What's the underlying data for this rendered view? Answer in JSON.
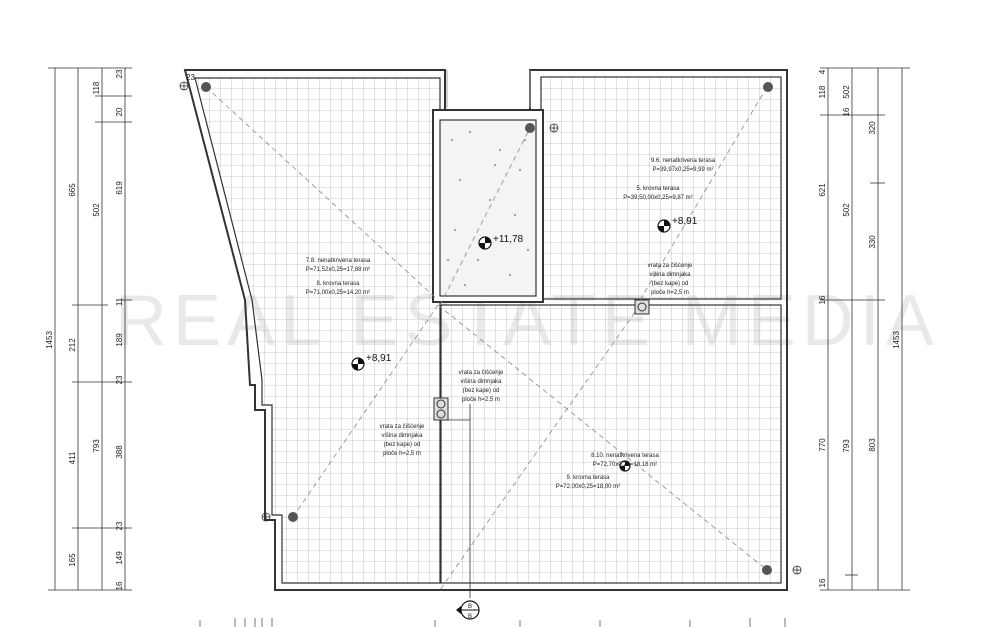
{
  "watermark": "REAL ESTATE MEDIA",
  "dimensions": {
    "left_outer": "1453",
    "left_mid": [
      "665",
      "212",
      "411",
      "165"
    ],
    "left_inner": [
      "118",
      "502",
      "793"
    ],
    "left_inner_b": [
      "20",
      "619",
      "189",
      "388",
      "149"
    ],
    "left_small": [
      "23",
      "11",
      "23",
      "23",
      "16"
    ],
    "right_small": [
      "4",
      "16",
      "16",
      "16"
    ],
    "right_a": [
      "118",
      "621",
      "770"
    ],
    "right_b": [
      "320",
      "330",
      "803"
    ],
    "right_c": [
      "502",
      "793"
    ],
    "right_outer": "1453",
    "corner": "23"
  },
  "rooms": {
    "left_terrace": {
      "line1": "7.8. nenatkrivena terasa",
      "line2": "P=71,52x0,25=17,88 m²",
      "line3": "8. krovna terasa",
      "line4": "P=71,00x0,25=14,20 m²"
    },
    "right_top_terrace": {
      "line1": "9.6. nenatkrivena terasa",
      "line2": "P=39,97x0,25=9,99 m²",
      "line3": "5. krovna terasa",
      "line4": "P=39,50,00x0,25=9,87 m²"
    },
    "right_bottom_terrace": {
      "line1": "8.10. nenatkrivena terasa",
      "line2": "P=72,70x0,25=18,18 m²",
      "line3": "9. krovna terasa",
      "line4": "P=72,00x0,25=18,00 m²"
    }
  },
  "chimney_notes": {
    "a": [
      "vrata za čišćenje",
      "višina dimnjaka",
      "(bez kape) od",
      "ploče h=2,5 m"
    ],
    "b": [
      "vrata za čišćenje",
      "višina dimnjaka",
      "(bez kape) od",
      "ploče h=2,5 m"
    ],
    "c": [
      "vrata za čišćenje",
      "višina dimnjaka",
      "(bez kape) od",
      "ploče h=2,5 m"
    ]
  },
  "elevations": {
    "center": "+11,78",
    "right": "+8,91",
    "left": "+8,91"
  },
  "section_marker": [
    "B",
    "B"
  ],
  "colors": {
    "line": "#333333",
    "grid": "#9a9a9a",
    "dash": "#888888"
  }
}
